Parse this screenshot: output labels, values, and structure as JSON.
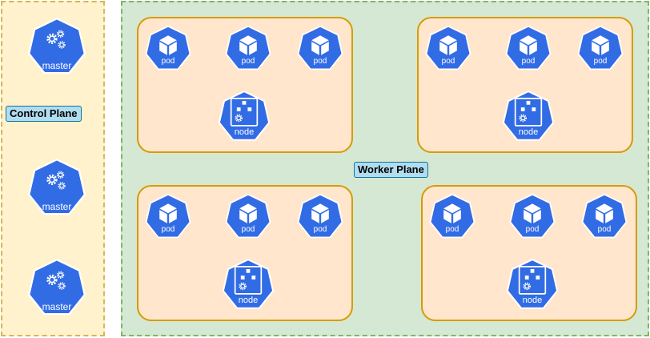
{
  "control_plane": {
    "label": "Control Plane",
    "masters": [
      {
        "label": "master",
        "icon": "control-plane-gears-icon"
      },
      {
        "label": "master",
        "icon": "control-plane-gears-icon"
      },
      {
        "label": "master",
        "icon": "control-plane-gears-icon"
      }
    ]
  },
  "worker_plane": {
    "label": "Worker Plane",
    "nodes": [
      {
        "pods": [
          {
            "label": "pod"
          },
          {
            "label": "pod"
          },
          {
            "label": "pod"
          }
        ],
        "node": {
          "label": "node"
        }
      },
      {
        "pods": [
          {
            "label": "pod"
          },
          {
            "label": "pod"
          },
          {
            "label": "pod"
          }
        ],
        "node": {
          "label": "node"
        }
      },
      {
        "pods": [
          {
            "label": "pod"
          },
          {
            "label": "pod"
          },
          {
            "label": "pod"
          }
        ],
        "node": {
          "label": "node"
        }
      },
      {
        "pods": [
          {
            "label": "pod"
          },
          {
            "label": "pod"
          },
          {
            "label": "pod"
          }
        ],
        "node": {
          "label": "node"
        }
      }
    ]
  },
  "colors": {
    "k8s_blue": "#326ce5",
    "control_plane_fill": "#fff2cc",
    "control_plane_border": "#d6b656",
    "worker_plane_fill": "#d5e8d4",
    "worker_plane_border": "#82b366",
    "node_group_fill": "#ffe6cc",
    "node_group_border": "#d79b00",
    "label_fill": "#b1ddf0"
  }
}
